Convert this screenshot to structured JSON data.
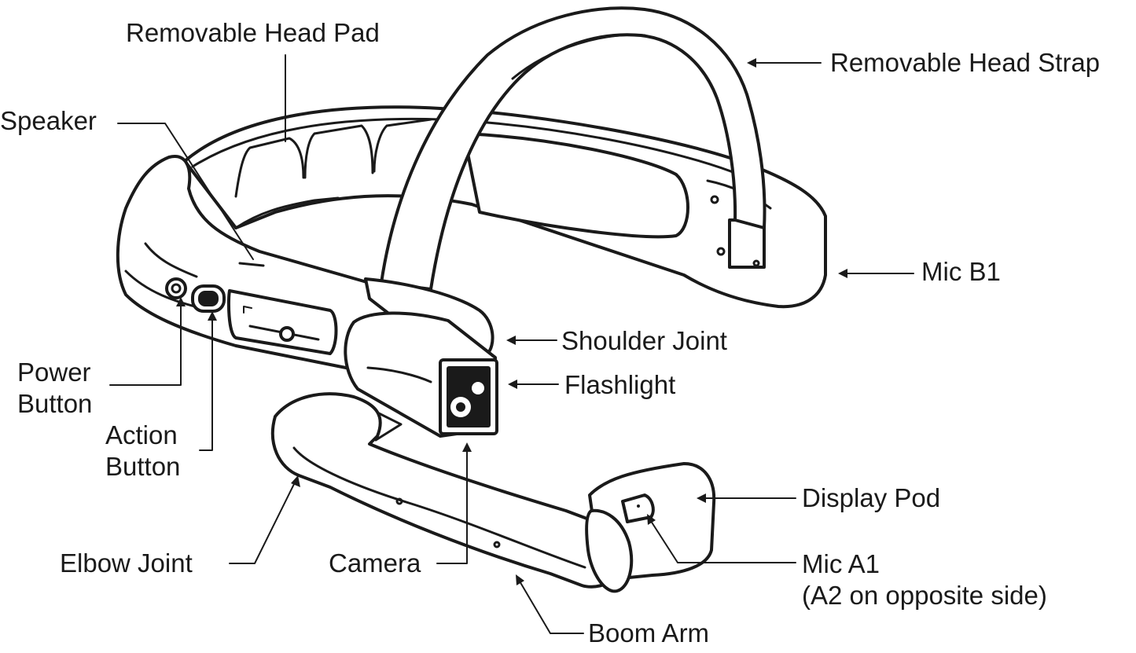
{
  "labels": {
    "removable_head_pad": "Removable Head Pad",
    "removable_head_strap": "Removable Head Strap",
    "speaker": "Speaker",
    "mic_b1": "Mic B1",
    "shoulder_joint": "Shoulder Joint",
    "flashlight": "Flashlight",
    "power_button": "Power\nButton",
    "action_button": "Action\nButton",
    "display_pod": "Display Pod",
    "elbow_joint": "Elbow Joint",
    "camera": "Camera",
    "mic_a1": "Mic A1\n(A2 on opposite side)",
    "boom_arm": "Boom Arm"
  }
}
